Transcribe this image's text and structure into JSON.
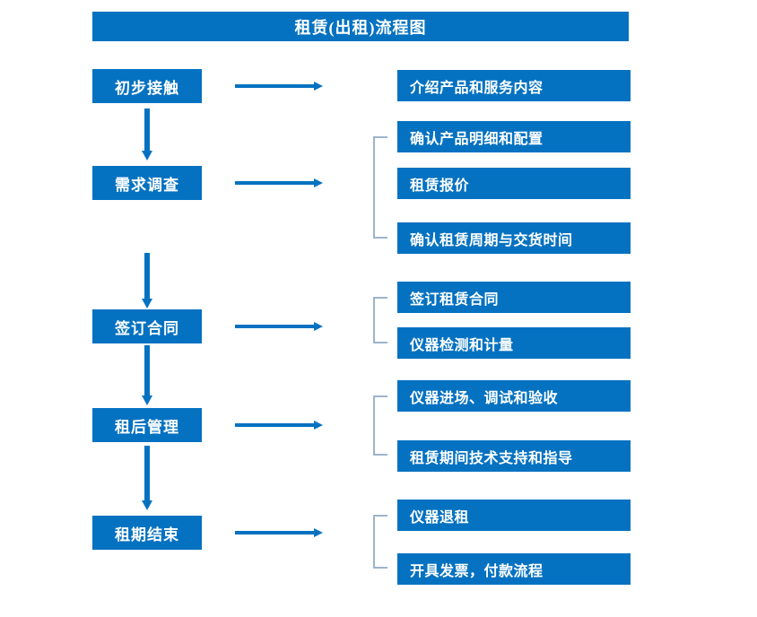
{
  "diagram": {
    "title": "租赁(出租)流程图",
    "accent_color": "#0572c1",
    "bracket_color": "#9db4cc",
    "background_color": "#ffffff",
    "stages": [
      {
        "label": "初步接触",
        "details": [
          "介绍产品和服务内容"
        ]
      },
      {
        "label": "需求调查",
        "details": [
          "确认产品明细和配置",
          "租赁报价",
          "确认租赁周期与交货时间"
        ]
      },
      {
        "label": "签订合同",
        "details": [
          "签订租赁合同",
          "仪器检测和计量"
        ]
      },
      {
        "label": "租后管理",
        "details": [
          "仪器进场、调试和验收",
          "租赁期间技术支持和指导"
        ]
      },
      {
        "label": "租期结束",
        "details": [
          "仪器退租",
          "开具发票，付款流程"
        ]
      }
    ]
  }
}
